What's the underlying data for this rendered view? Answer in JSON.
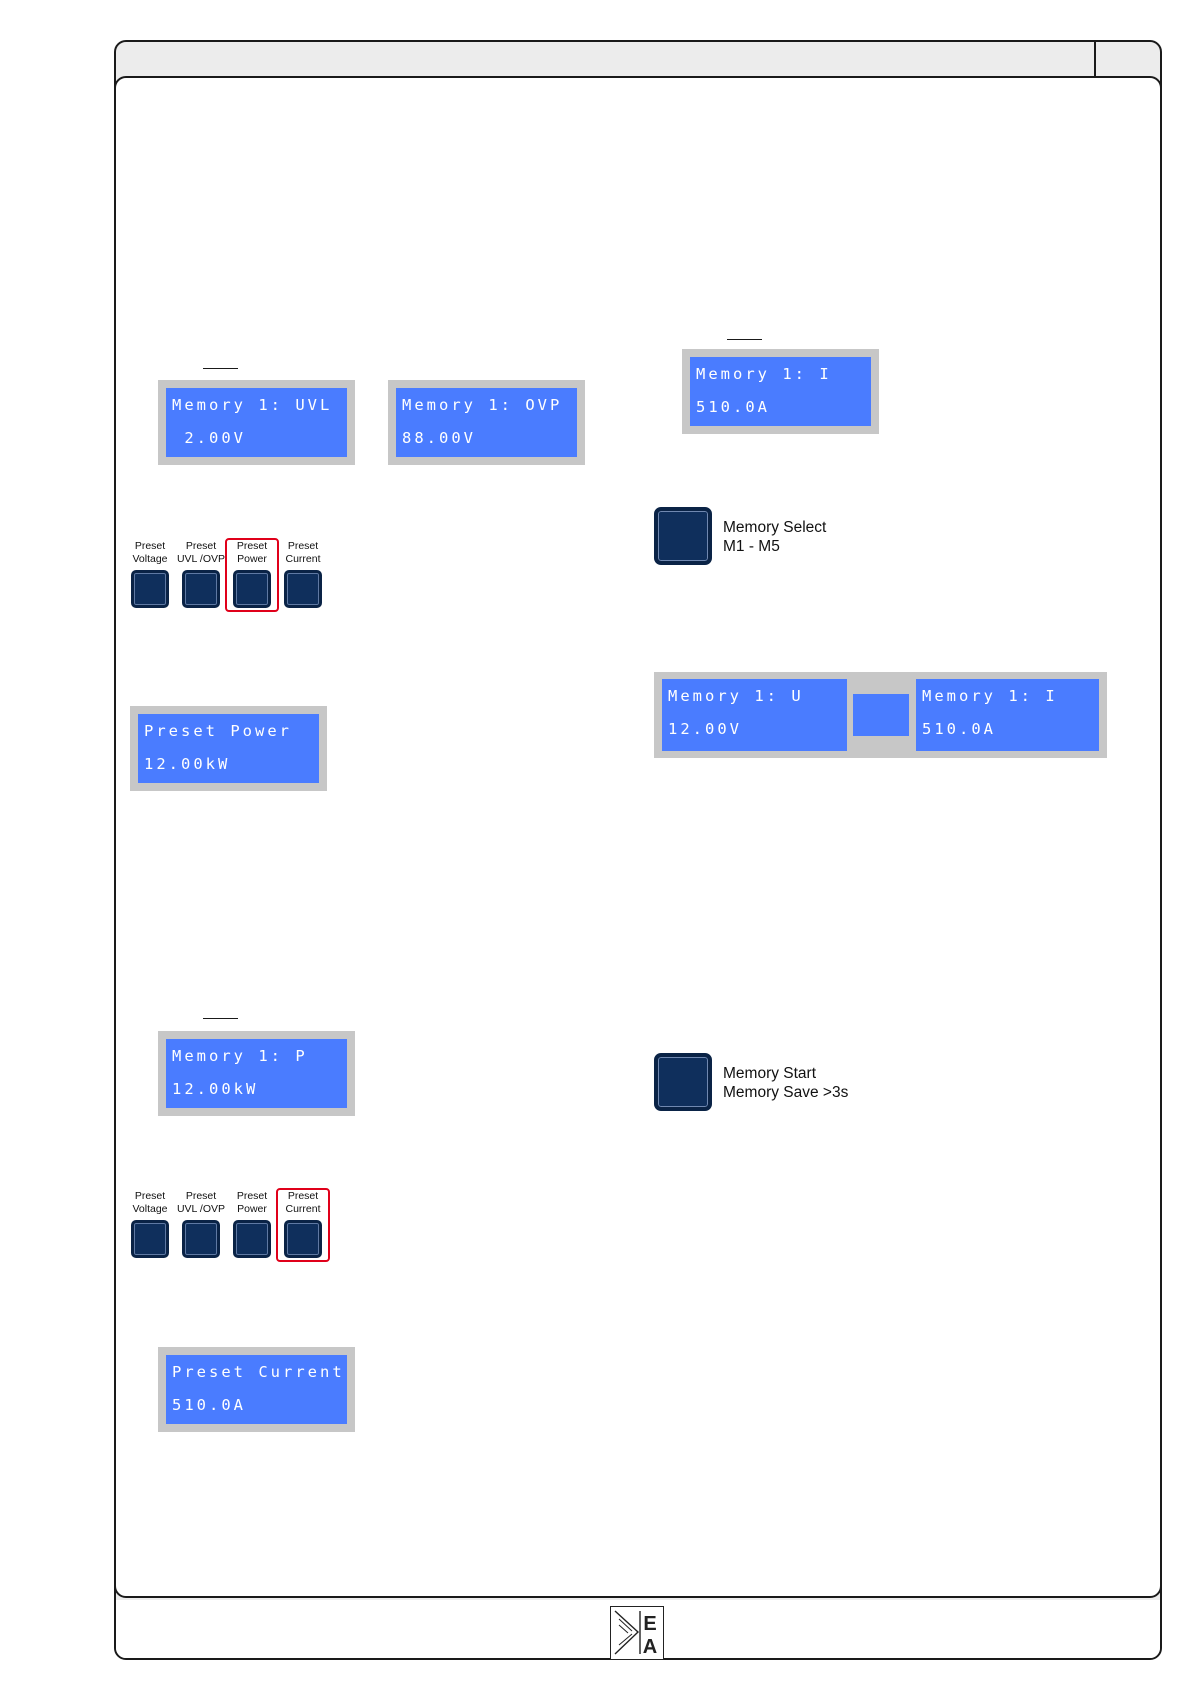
{
  "displays": {
    "uvl": {
      "line1": "Memory 1: UVL",
      "line2": " 2.00V"
    },
    "ovp": {
      "line1": "Memory 1: OVP",
      "line2": "88.00V"
    },
    "preset_power": {
      "line1": "Preset Power",
      "line2": "12.00kW"
    },
    "mem_p": {
      "line1": "Memory 1: P",
      "line2": "12.00kW"
    },
    "preset_current": {
      "line1": "Preset Current",
      "line2": "510.0A"
    },
    "mem_i": {
      "line1": "Memory 1: I",
      "line2": "510.0A"
    },
    "dual_u": {
      "line1": "Memory 1: U",
      "line2": "12.00V"
    },
    "dual_i": {
      "line1": "Memory 1: I",
      "line2": "510.0A"
    }
  },
  "preset_buttons": [
    {
      "label_top": "Preset",
      "label_bottom": "Voltage"
    },
    {
      "label_top": "Preset",
      "label_bottom": "UVL /OVP"
    },
    {
      "label_top": "Preset",
      "label_bottom": "Power"
    },
    {
      "label_top": "Preset",
      "label_bottom": "Current"
    }
  ],
  "memory_select": {
    "line1": "Memory Select",
    "line2": "M1 - M5"
  },
  "memory_start": {
    "line1": "Memory Start",
    "line2": "Memory Save >3s"
  },
  "logo": {
    "text_top": "E",
    "text_bottom": "A"
  }
}
